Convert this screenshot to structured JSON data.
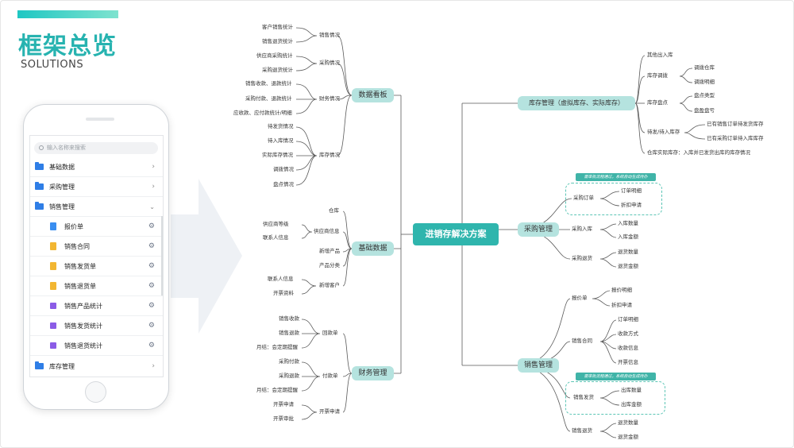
{
  "header": {
    "title": "框架总览",
    "subtitle": "SOLUTIONS"
  },
  "app": {
    "search_placeholder": "输入名称来搜索",
    "menu": [
      {
        "label": "基础数据",
        "expanded": false
      },
      {
        "label": "采购管理",
        "expanded": false
      },
      {
        "label": "销售管理",
        "expanded": true
      },
      {
        "label": "报价单"
      },
      {
        "label": "销售合同"
      },
      {
        "label": "销售发货单"
      },
      {
        "label": "销售退货单"
      },
      {
        "label": "销售产品统计"
      },
      {
        "label": "销售发货统计"
      },
      {
        "label": "销售退货统计"
      },
      {
        "label": "库存管理",
        "expanded": false
      }
    ]
  },
  "mindmap": {
    "center": "进销存解决方案",
    "left": {
      "data_board": {
        "label": "数据看板",
        "sales": {
          "label": "销售情况",
          "items": [
            "客户销售统计",
            "销售退货统计"
          ]
        },
        "purchase": {
          "label": "采购情况",
          "items": [
            "供应商采购统计",
            "采购退货统计"
          ]
        },
        "finance": {
          "label": "财务情况",
          "items": [
            "销售收款、退款统计",
            "采购付款、退款统计",
            "应收款、应付款统计/明细"
          ]
        },
        "stock": {
          "label": "库存情况",
          "items": [
            "待发货情况",
            "待入库情况",
            "实际库存情况",
            "调拨情况",
            "盘点情况"
          ]
        }
      },
      "base": {
        "label": "基础数据",
        "warehouse": "仓库",
        "supplier": {
          "label": "供应商信息",
          "items": [
            "供应商等级",
            "联系人信息"
          ]
        },
        "product": "新增产品",
        "category": "产品分类",
        "customer": {
          "label": "新增客户",
          "items": [
            "联系人信息",
            "开票资料"
          ]
        }
      },
      "finance": {
        "label": "财务管理",
        "receipt": {
          "label": "回款单",
          "items": [
            "销售收款",
            "销售退款",
            "月结：会定期提醒"
          ]
        },
        "payment": {
          "label": "付款单",
          "items": [
            "采购付款",
            "采购退款",
            "月结：会定期提醒"
          ]
        },
        "invoice": {
          "label": "开票申请",
          "items": [
            "开票申请",
            "开票审批"
          ]
        }
      }
    },
    "right": {
      "inventory": {
        "label": "库存管理（虚拟库存、实际库存）",
        "io": "其他出入库",
        "transfer": {
          "label": "库存调拨",
          "items": [
            "调拨仓库",
            "调拨明细"
          ]
        },
        "check": {
          "label": "库存盘点",
          "items": [
            "盘点类型",
            "盘盈盘亏"
          ]
        },
        "pending": {
          "label": "待发/待入库存",
          "items": [
            "已有销售订单待发货库存",
            "已有采购订单待入库库存"
          ]
        },
        "actual": "仓库实际库存：入库并已发货出库的库存情况"
      },
      "purchase": {
        "label": "采购管理",
        "tag": "需审批流程通过，系统自动生成待办",
        "order": {
          "label": "采购订单",
          "items": [
            "订单明细",
            "折扣申请"
          ]
        },
        "inbound": {
          "label": "采购入库",
          "items": [
            "入库数量",
            "入库金额"
          ]
        },
        "return": {
          "label": "采购退货",
          "items": [
            "退货数量",
            "退货金额"
          ]
        }
      },
      "sales": {
        "label": "销售管理",
        "tag": "需审批流程通过，系统自动生成待办",
        "quote": {
          "label": "报价单",
          "items": [
            "报价明细",
            "折扣申请"
          ]
        },
        "contract": {
          "label": "销售合同",
          "items": [
            "订单明细",
            "收款方式",
            "收款信息",
            "开票信息"
          ]
        },
        "ship": {
          "label": "销售发货",
          "items": [
            "出库数量",
            "出库金额"
          ]
        },
        "return": {
          "label": "销售退货",
          "items": [
            "退货数量",
            "退货金额"
          ]
        }
      }
    }
  },
  "colors": {
    "accent": "#2fb5ad",
    "box": "#b5e3df",
    "line": "#5a5a5a",
    "folder": "#2f7ee6"
  }
}
